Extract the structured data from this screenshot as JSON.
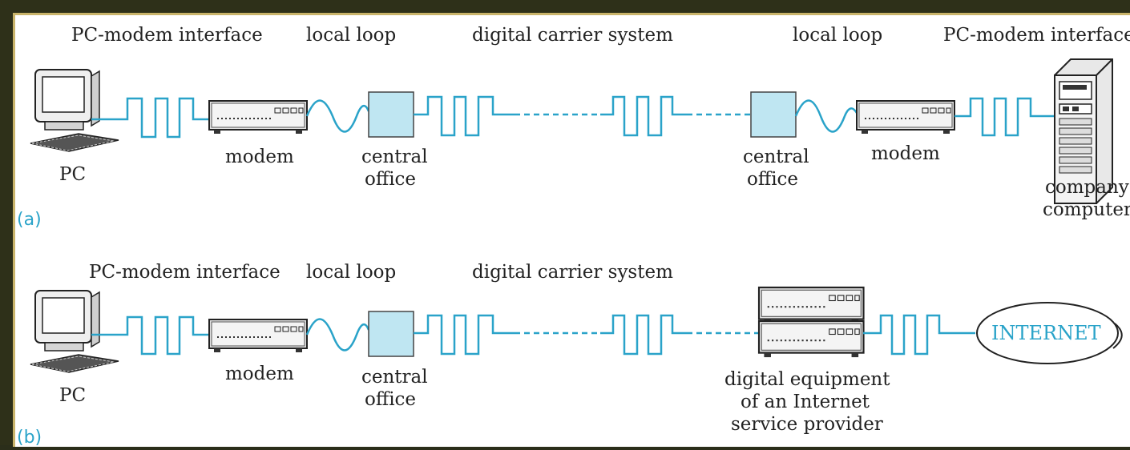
{
  "diagram": {
    "panel_a": {
      "tag": "(a)",
      "top_labels": [
        "PC-modem interface",
        "local loop",
        "digital carrier system",
        "local loop",
        "PC-modem interface"
      ],
      "pc": "PC",
      "modem_left": "modem",
      "central_office_left": [
        "central",
        "office"
      ],
      "central_office_right": [
        "central",
        "office"
      ],
      "modem_right": "modem",
      "company_computer": [
        "company",
        "computer"
      ]
    },
    "panel_b": {
      "tag": "(b)",
      "top_labels": [
        "PC-modem interface",
        "local loop",
        "digital carrier system"
      ],
      "pc": "PC",
      "modem": "modem",
      "central_office": [
        "central",
        "office"
      ],
      "isp_equipment": [
        "digital equipment",
        "of an Internet",
        "service provider"
      ],
      "internet": "INTERNET"
    },
    "colors": {
      "signal": "#2aa3c9",
      "central_office_fill": "#bfe6f2",
      "frame": "#2e3019",
      "frame_border": "#c9b46a"
    },
    "icons": [
      "pc-icon",
      "modem-icon",
      "central-office-icon",
      "server-icon",
      "isp-equipment-icon",
      "internet-cloud-icon"
    ]
  }
}
